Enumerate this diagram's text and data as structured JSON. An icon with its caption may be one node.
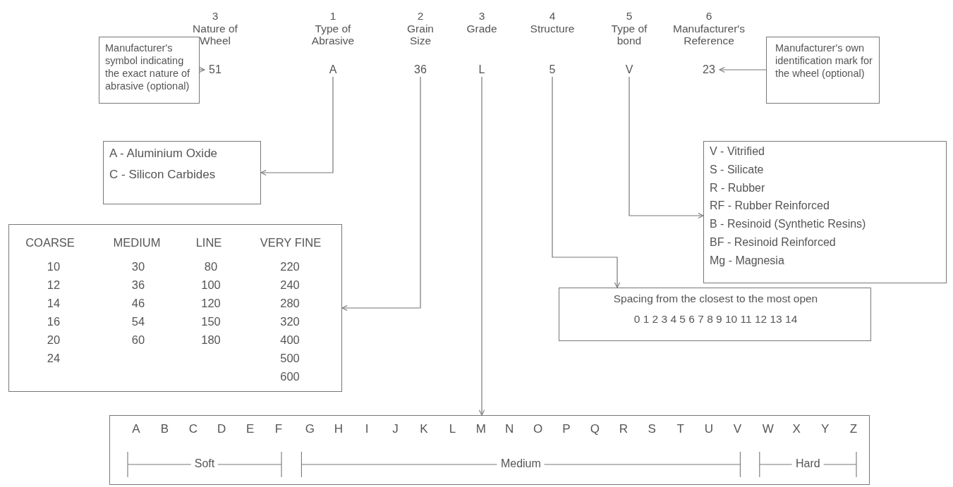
{
  "diagram": {
    "nodes": [
      {
        "text": [
          "Manufacturer's symbol indicating the exact nature of abrasive (optional)"
        ]
      },
      {
        "text": [
          "51"
        ],
        "beside": [
          "3",
          "Nature of Wheel"
        ]
      },
      {
        "text": [
          "A"
        ],
        "beside": [
          "1",
          "Type of Abrasive"
        ]
      },
      {
        "text": [
          "36"
        ],
        "beside": [
          "2",
          "Grain Size"
        ]
      },
      {
        "text": [
          "L"
        ],
        "beside": [
          "3",
          "Grade"
        ]
      },
      {
        "text": [
          "5"
        ],
        "beside": [
          "4",
          "Structure"
        ]
      },
      {
        "text": [
          "V"
        ],
        "beside": [
          "5",
          "Type of bond"
        ]
      },
      {
        "text": [
          "23"
        ],
        "beside": [
          "6",
          "Manufacturer's Reference"
        ]
      },
      {
        "text": [
          "Manufacturer's own identification mark for the wheel (optional)"
        ]
      },
      {
        "text": [
          "A - Aluminium Oxide",
          "C - Silicon Carbides"
        ]
      },
      {
        "text": [
          "V - Vitrified",
          "S - Silicate",
          "R - Rubber",
          "RF - Rubber Reinforced",
          "B - Resinoid (Synthetic Resins)",
          "BF - Resinoid Reinforced",
          "Mg - Magnesia"
        ]
      },
      {
        "text": [
          "COARSE",
          "MEDIUM",
          "LINE",
          "VERY FINE",
          "10",
          "30",
          "80",
          "220",
          "12",
          "36",
          "100",
          "240",
          "14",
          "46",
          "120",
          "280",
          "16",
          "54",
          "150",
          "320",
          "20",
          "60",
          "180",
          "400",
          "24",
          "500",
          "600"
        ]
      },
      {
        "text": [
          "Spacing from the closest to the most open",
          "0 1 2 3 4 5 6 7 8 9 10 11 12 13 14"
        ]
      },
      {
        "text": [
          "A",
          "B",
          "C",
          "D",
          "E",
          "F",
          "G",
          "H",
          "I",
          "J",
          "K",
          "L",
          "M",
          "N",
          "O",
          "P",
          "Q",
          "R",
          "S",
          "T",
          "U",
          "V",
          "W",
          "X",
          "Y",
          "Z",
          "Soft",
          "Medium",
          "Hard"
        ]
      }
    ],
    "edges": [
      {
        "from": 0,
        "to": 1,
        "arrow": "to"
      },
      {
        "from": 8,
        "to": 7,
        "arrow": "to"
      },
      {
        "from": 2,
        "to": 9,
        "arrow": "to"
      },
      {
        "from": 3,
        "to": 11,
        "arrow": "to"
      },
      {
        "from": 4,
        "to": 13,
        "arrow": "to"
      },
      {
        "from": 5,
        "to": 12,
        "arrow": "to"
      },
      {
        "from": 6,
        "to": 10,
        "arrow": "to"
      }
    ]
  }
}
